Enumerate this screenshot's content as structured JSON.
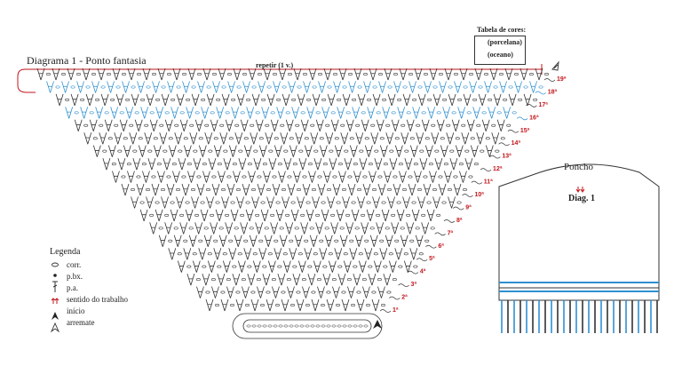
{
  "diagram": {
    "title": "Diagrama 1 - Ponto fantasia",
    "repeat_label": "repetir (1 v.)",
    "row_numbers": [
      "1ª",
      "2ª",
      "3ª",
      "4ª",
      "5ª",
      "6ª",
      "7ª",
      "8ª",
      "9ª",
      "10ª",
      "11ª",
      "12ª",
      "13ª",
      "14ª",
      "15ª",
      "16ª",
      "17ª",
      "18ª",
      "19ª"
    ],
    "blue_rows": [
      16,
      18
    ]
  },
  "colors_table": {
    "title": "Tabela de cores:",
    "items": [
      {
        "label": "(porcelana)",
        "color": "#333333"
      },
      {
        "label": "(oceano)",
        "color": "#2f8fd0"
      }
    ]
  },
  "legend": {
    "title": "Legenda",
    "items": [
      {
        "symbol": "chain",
        "label": "corr."
      },
      {
        "symbol": "slip-stitch",
        "label": "p.bx."
      },
      {
        "symbol": "double-crochet",
        "label": "p.a."
      },
      {
        "symbol": "direction-arrows",
        "label": "sentido do trabalho"
      },
      {
        "symbol": "start-marker",
        "label": "início"
      },
      {
        "symbol": "finish-marker",
        "label": "arremate"
      }
    ]
  },
  "poncho": {
    "title": "Poncho",
    "diagram_ref": "Diag. 1",
    "stripe_color": "#2f8fd0",
    "fringe_colors": [
      "#2f8fd0",
      "#333333"
    ]
  },
  "accent": {
    "red": "#c2151b",
    "blue": "#2f8fd0"
  }
}
